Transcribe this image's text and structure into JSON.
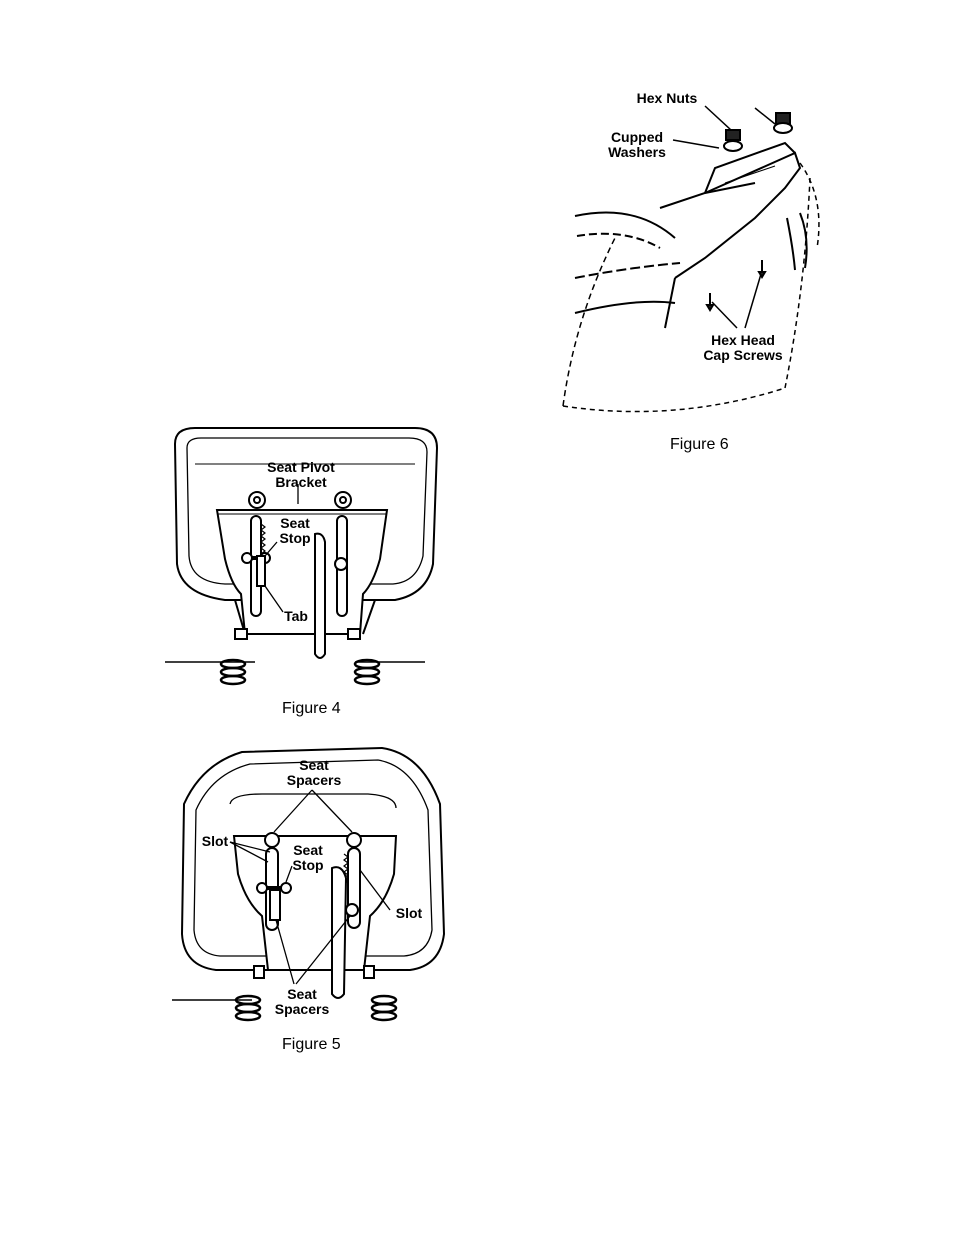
{
  "figure4": {
    "caption": "Figure 4",
    "labels": {
      "seat_pivot_bracket": "Seat Pivot\nBracket",
      "seat_stop": "Seat\nStop",
      "tab": "Tab"
    }
  },
  "figure5": {
    "caption": "Figure 5",
    "labels": {
      "seat_spacers_top": "Seat\nSpacers",
      "slot_left": "Slot",
      "seat_stop": "Seat\nStop",
      "slot_right": "Slot",
      "seat_spacers_bottom": "Seat\nSpacers"
    }
  },
  "figure6": {
    "caption": "Figure 6",
    "labels": {
      "hex_nuts": "Hex Nuts",
      "cupped_washers": "Cupped\nWashers",
      "hex_head_cap_screws": "Hex Head\nCap Screws"
    }
  }
}
